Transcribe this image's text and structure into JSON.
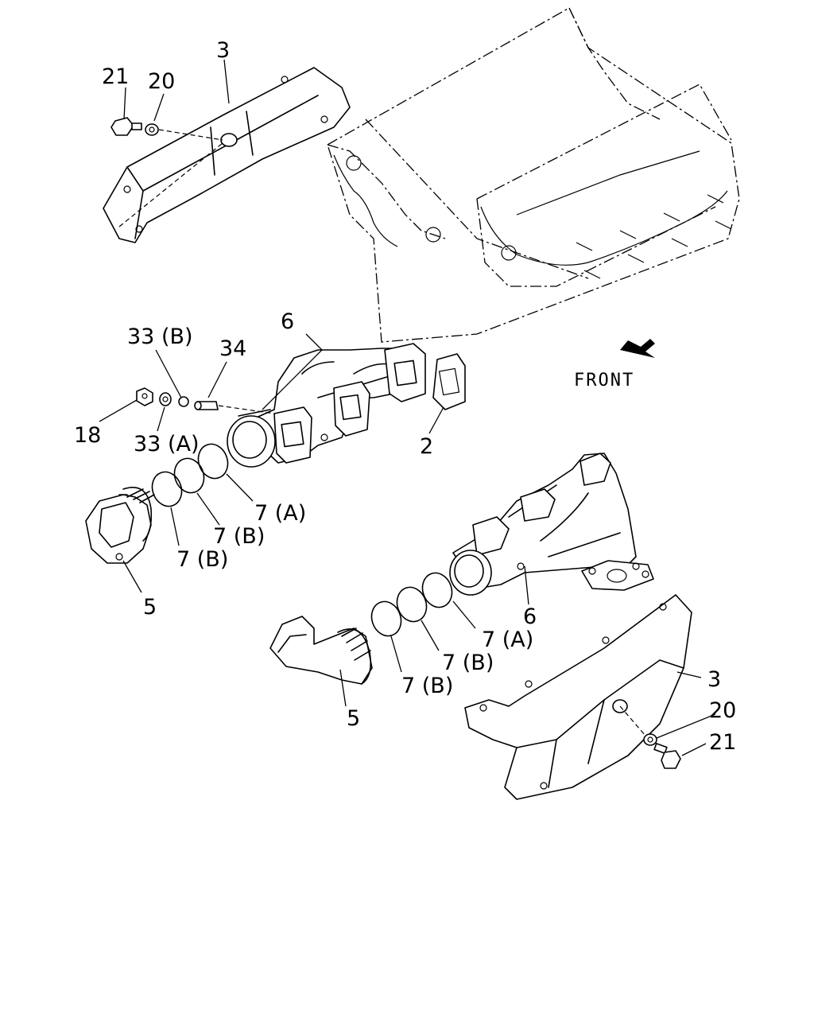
{
  "labels": {
    "shield_top": "3",
    "bolt_top": "21",
    "washer_top": "20",
    "manifold_left": "6",
    "stud_33b": "33 (B)",
    "pipe_34": "34",
    "nut_18": "18",
    "washer_33a": "33 (A)",
    "gasket_2": "2",
    "ring_7a_left": "7 (A)",
    "ring_7b_left_1": "7 (B)",
    "ring_7b_left_2": "7 (B)",
    "elbow_left": "5",
    "manifold_right": "6",
    "ring_7a_right": "7 (A)",
    "ring_7b_right_1": "7 (B)",
    "ring_7b_right_2": "7 (B)",
    "elbow_right": "5",
    "shield_right": "3",
    "washer_right": "20",
    "bolt_right": "21"
  },
  "front_indicator": {
    "text": "FRONT",
    "icon": "arrow-front-icon"
  }
}
